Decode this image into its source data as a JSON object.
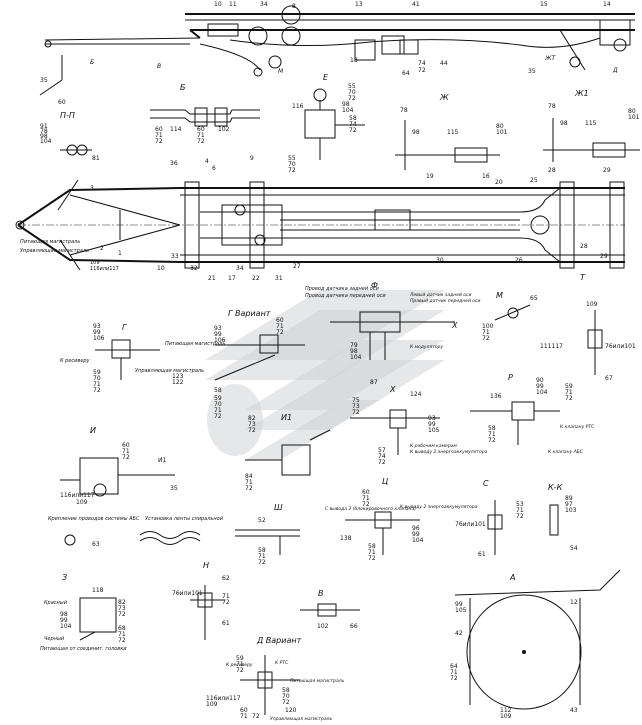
{
  "views": {
    "pp": "П-П",
    "b": "Б",
    "e": "Е",
    "zh": "Ж",
    "zh1": "Ж1",
    "g": "Г",
    "g_variant": "Г Вариант",
    "f": "Ф",
    "m": "М",
    "t": "Т",
    "i": "И",
    "i1": "И1",
    "kh": "Х",
    "r": "Р",
    "sh": "Ш",
    "ts": "Ц",
    "s": "С",
    "kk": "К-К",
    "z": "З",
    "n": "Н",
    "v": "В",
    "a": "А",
    "d_variant": "Д Вариант"
  },
  "notes": {
    "supply_line": "Питающая магистраль",
    "control_line": "Управляющая магистраль",
    "rear_axle_sensor_wires": "Провод датчика задней оси",
    "front_axle_sensor_wires": "Провод датчика передней оси",
    "front_axle_left": "Левый датчик задней оси",
    "front_axle_right": "Правый датчик передней оси",
    "to_receiver": "К ресиверу",
    "to_rts": "К РТС",
    "to_modulator": "К модулятору",
    "abs_wires": "Крепление проводов системы АБС",
    "hose_wrap": "Установка ленты спиральной",
    "to_brake_chambers": "К рабочим камерам",
    "red": "Красный",
    "black": "Черный",
    "coupling_head_supply": "Питающая от соединит. головки",
    "to_abs_valve": "К клапану АБС",
    "to_rts_valve": "К клапану РТС",
    "output2": "К выводу 2 энергоаккумулятора",
    "output2_pressure": "С вывода 2 (блокировочного клапана)"
  },
  "callouts": {
    "top": [
      "10",
      "11",
      "34",
      "8",
      "13",
      "41",
      "15",
      "14"
    ],
    "numbers": [
      "35",
      "60",
      "Б",
      "В",
      "М",
      "18",
      "64",
      "74",
      "72",
      "44",
      "ЖТ",
      "35",
      "Д"
    ],
    "pp": [
      "91",
      "78",
      "98",
      "104",
      "81"
    ],
    "b": [
      "60",
      "71",
      "72",
      "114",
      "60",
      "71",
      "72",
      "102"
    ],
    "e": [
      "116",
      "55",
      "70",
      "72",
      "98",
      "104",
      "58",
      "74",
      "72"
    ],
    "zh": [
      "78",
      "98",
      "115",
      "80",
      "101"
    ],
    "zh1": [
      "78",
      "98",
      "115",
      "80",
      "101"
    ],
    "frame": [
      "36",
      "3",
      "4",
      "6",
      "9",
      "55",
      "70",
      "72",
      "19",
      "16",
      "20",
      "25",
      "28",
      "29",
      "2",
      "1",
      "33",
      "21",
      "17",
      "22",
      "31",
      "30",
      "26",
      "27",
      "28",
      "29",
      "10",
      "32",
      "34"
    ],
    "g": [
      "93",
      "99",
      "106",
      "59",
      "70",
      "71",
      "72",
      "123",
      "122"
    ],
    "g_variant": [
      "93",
      "99",
      "106",
      "60",
      "71",
      "72",
      "58",
      "59",
      "70",
      "71",
      "72"
    ],
    "f": [
      "79",
      "98",
      "104"
    ],
    "m": [
      "65",
      "100",
      "71",
      "72"
    ],
    "t": [
      "109",
      "111117",
      "76или101",
      "67"
    ],
    "i": [
      "60",
      "71",
      "72",
      "И1",
      "116или117",
      "109",
      "35"
    ],
    "i1": [
      "82",
      "73",
      "72",
      "84",
      "71",
      "72"
    ],
    "kh": [
      "124",
      "87",
      "75",
      "73",
      "72",
      "93",
      "99",
      "105",
      "57",
      "74",
      "72"
    ],
    "r": [
      "90",
      "99",
      "104",
      "59",
      "71",
      "72",
      "136",
      "58",
      "71",
      "72"
    ],
    "sh": [
      "52",
      "58",
      "71",
      "72"
    ],
    "abs": [
      "63"
    ],
    "ts": [
      "60",
      "71",
      "72",
      "96",
      "99",
      "104",
      "138",
      "58",
      "71",
      "72"
    ],
    "s": [
      "53",
      "71",
      "72",
      "76или101",
      "61"
    ],
    "kk": [
      "89",
      "97",
      "103",
      "54"
    ],
    "z": [
      "118",
      "82",
      "73",
      "72",
      "98",
      "99",
      "104",
      "68",
      "71",
      "72"
    ],
    "n": [
      "76или101",
      "62",
      "71",
      "72",
      "61"
    ],
    "v": [
      "102",
      "66"
    ],
    "a": [
      "99",
      "105",
      "12",
      "42",
      "64",
      "71",
      "72",
      "43",
      "112",
      "109"
    ],
    "d": [
      "59",
      "71",
      "72",
      "58",
      "70",
      "72",
      "116или117",
      "109",
      "60",
      "71",
      "72",
      "120"
    ]
  }
}
